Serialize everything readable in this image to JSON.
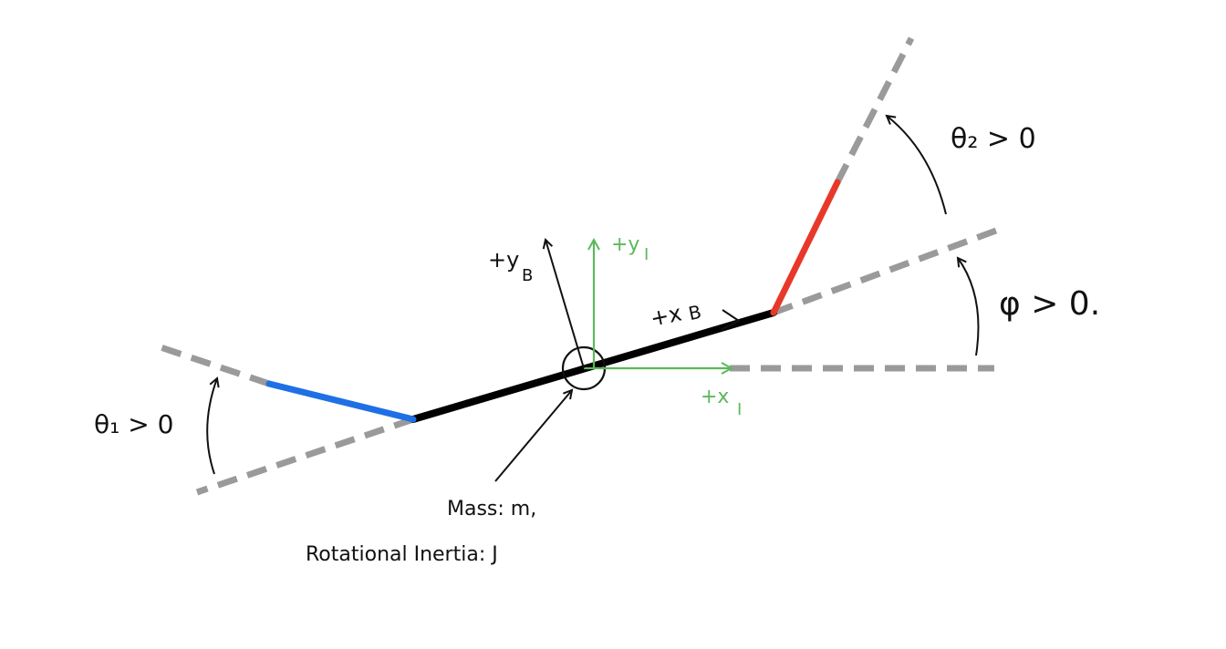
{
  "colors": {
    "body": "#000000",
    "reference": "#9a9a9a",
    "link1": "#1f6fe5",
    "link2": "#e8382a",
    "inertial": "#5cb85c",
    "annotation": "#111111"
  },
  "labels": {
    "theta1": "θ₁ > 0",
    "theta2": "θ₂ > 0",
    "phi": "φ > 0.",
    "y_body": "+y",
    "y_body_sub": "B",
    "x_body": "+x",
    "x_body_sub": "B",
    "y_inertial": "+y",
    "y_inertial_sub": "I",
    "x_inertial": "+x",
    "x_inertial_sub": "I",
    "mass": "Mass: m,",
    "inertia": "Rotational Inertia: J"
  }
}
